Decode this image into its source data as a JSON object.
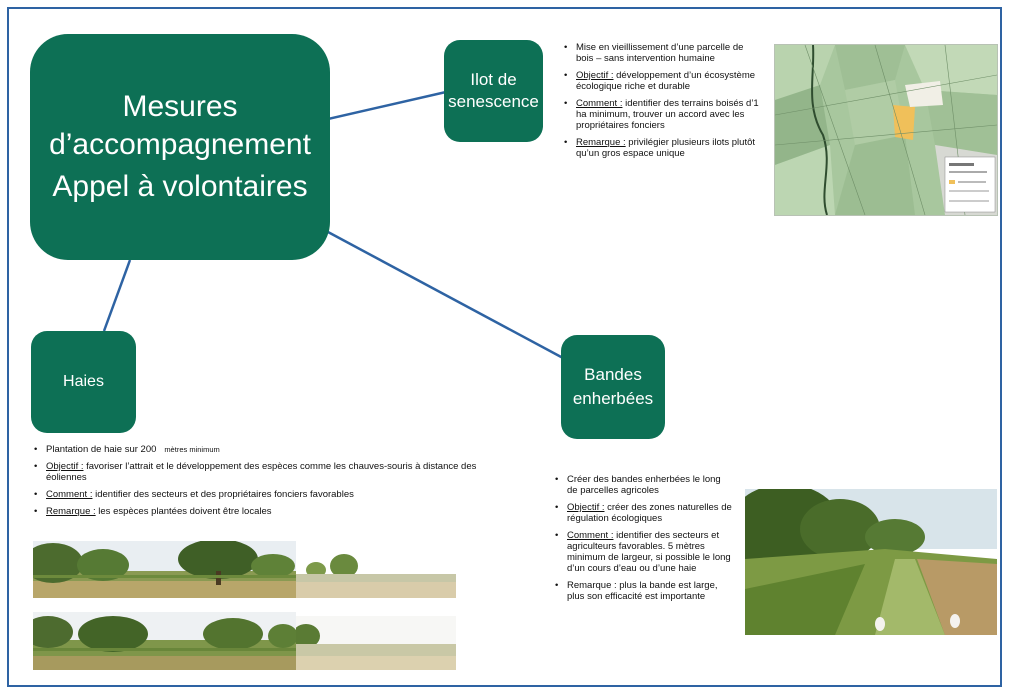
{
  "main_node": {
    "line1": "Mesures",
    "line2": "d’accompagnement",
    "line3": "Appel à volontaires"
  },
  "ilot": {
    "title": "Ilot de senescence",
    "bullets": [
      {
        "prefix": "",
        "text": "Mise en vieillissement d’une parcelle de bois – sans intervention humaine"
      },
      {
        "prefix": "Objectif :",
        "text": " développement d’un écosystème écologique riche et durable"
      },
      {
        "prefix": "Comment :",
        "text": " identifier des terrains boisés d’1 ha minimum, trouver un accord avec les propriétaires fonciers"
      },
      {
        "prefix": "Remarque :",
        "text": " privilégier plusieurs ilots plutôt qu’un gros espace unique"
      }
    ]
  },
  "haies": {
    "title": "Haies",
    "bullets": [
      {
        "prefix": "",
        "text": "Plantation de haie sur 200",
        "small": "mètres minimum"
      },
      {
        "prefix": "Objectif :",
        "text": " favoriser l’attrait et le développement des espèces comme les chauves-souris à distance des éoliennes"
      },
      {
        "prefix": "Comment :",
        "text": " identifier des secteurs et des propriétaires fonciers favorables"
      },
      {
        "prefix": "Remarque :",
        "text": " les espèces plantées doivent être locales"
      }
    ]
  },
  "bandes": {
    "title_line1": "Bandes",
    "title_line2": "enherbées",
    "bullets": [
      {
        "prefix": "",
        "text": "Créer des bandes enherbées le long de parcelles agricoles"
      },
      {
        "prefix": "Objectif :",
        "text": " créer des zones naturelles de régulation écologiques"
      },
      {
        "prefix": "Comment :",
        "text": " identifier des secteurs et agriculteurs favorables. 5 mètres minimum de largeur, si possible le long d’un cours d’eau ou d’une haie"
      },
      {
        "prefix": "",
        "text": "Remarque : plus la bande est large, plus son efficacité est importante"
      }
    ]
  },
  "colors": {
    "node": "#0d7055",
    "connector": "#2e63a3",
    "highlight_parcel": "#f0c05a"
  }
}
